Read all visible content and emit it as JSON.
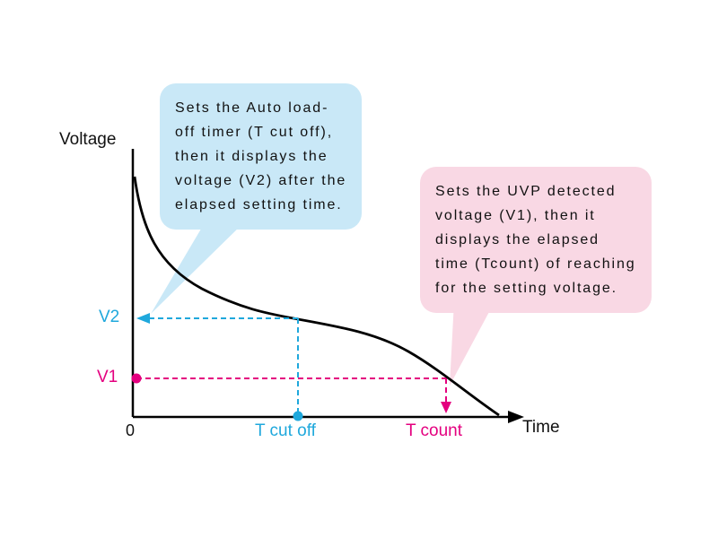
{
  "diagram": {
    "y_axis_label": "Voltage",
    "x_axis_label": "Time",
    "origin_label": "0",
    "v2_label": "V2",
    "v1_label": "V1",
    "t_cutoff_label": "T cut off",
    "t_count_label": "T count",
    "colors": {
      "cyan": "#1FA8DC",
      "magenta": "#E4007F",
      "blue_bubble": "#C9E8F7",
      "pink_bubble": "#F9D8E4",
      "curve": "#000000"
    }
  },
  "callouts": {
    "blue": {
      "text": "Sets the Auto load-\noff timer (T cut off),\nthen it displays the\nvoltage (V2) after the\nelapsed setting time."
    },
    "pink": {
      "text": "Sets the UVP detected\nvoltage (V1), then it\ndisplays the elapsed\ntime (Tcount) of reaching\nfor the setting voltage."
    }
  }
}
